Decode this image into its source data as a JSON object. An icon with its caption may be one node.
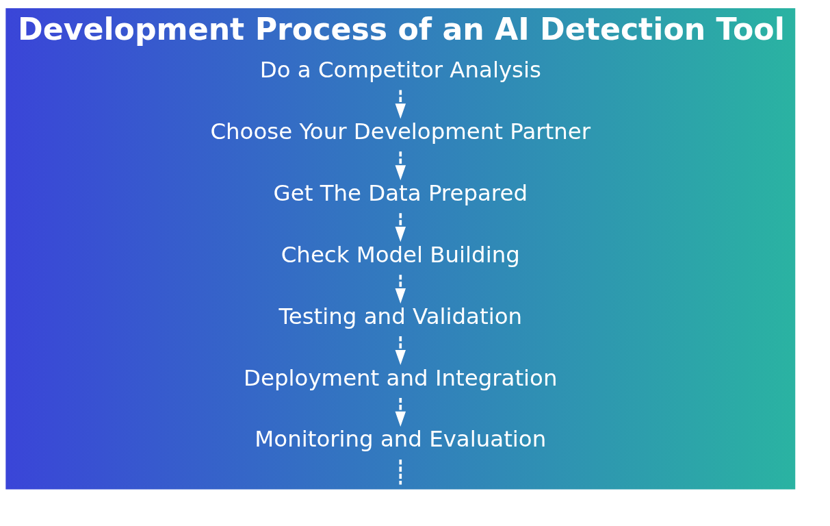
{
  "diagram": {
    "title": "Development Process of an AI Detection Tool",
    "nodes": [
      {
        "text": [
          "Do a Competitor Analysis"
        ]
      },
      {
        "text": [
          "Choose Your Development Partner"
        ]
      },
      {
        "text": [
          "Get The Data Prepared"
        ]
      },
      {
        "text": [
          "Check Model Building"
        ]
      },
      {
        "text": [
          "Testing and Validation"
        ]
      },
      {
        "text": [
          "Deployment and Integration"
        ]
      },
      {
        "text": [
          "Monitoring and Evaluation"
        ]
      }
    ],
    "edges": [
      {
        "from": 0,
        "to": 1,
        "arrow": "to",
        "style": "dashed"
      },
      {
        "from": 1,
        "to": 2,
        "arrow": "to",
        "style": "dashed"
      },
      {
        "from": 2,
        "to": 3,
        "arrow": "to",
        "style": "dashed"
      },
      {
        "from": 3,
        "to": 4,
        "arrow": "to",
        "style": "dashed"
      },
      {
        "from": 4,
        "to": 5,
        "arrow": "to",
        "style": "dashed"
      },
      {
        "from": 5,
        "to": 6,
        "arrow": "to",
        "style": "dashed"
      },
      {
        "from": 6,
        "to": null,
        "arrow": "none",
        "style": "dashed"
      }
    ]
  }
}
